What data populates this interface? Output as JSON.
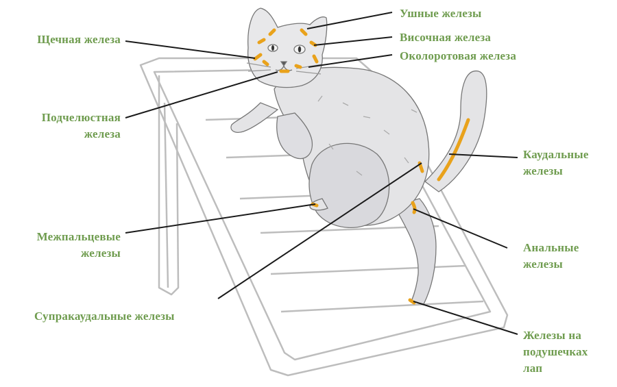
{
  "labels": {
    "ear_glands": "Ушные железы",
    "temporal_gland": "Височная железа",
    "perioral_gland": "Околоротовая железа",
    "cheek_gland": "Щечная железа",
    "submandibular_gland": [
      "Подчелюстная",
      "железа"
    ],
    "caudal_glands": [
      "Каудальные",
      "железы"
    ],
    "interdigital_glands": [
      "Межпальцевые",
      "железы"
    ],
    "anal_glands": [
      "Анальные",
      "железы"
    ],
    "supracaudal_glands": "Супракаудальные железы",
    "paw_pad_glands": [
      "Железы на",
      "подушечках",
      "лап"
    ]
  },
  "colors": {
    "label_text": "#6f9c4f",
    "leader_line": "#1a1a1a",
    "gland_marker": "#e9a21b",
    "cat_fill": "#e4e4e6",
    "cat_shade": "#cfcfd3",
    "ladder_stroke": "#bdbdbd"
  }
}
